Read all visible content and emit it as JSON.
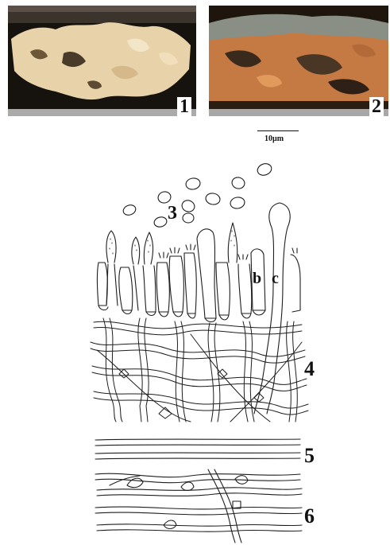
{
  "figure": {
    "photos": [
      {
        "number": "1",
        "description_icon": "specimen-photo-icon"
      },
      {
        "number": "2",
        "description_icon": "specimen-photo-icon"
      }
    ],
    "scale_bar": {
      "label": "10µm"
    },
    "plate_labels": {
      "spores": "3",
      "hymenium": "4",
      "subiculum_hyphae": "5",
      "subhymenium_hyphae": "6",
      "cell_b": "b",
      "cell_c": "c"
    }
  },
  "colors": {
    "photo1_background": "#1a1712",
    "photo1_specimen": "#e8d4ad",
    "photo2_background": "#2a1d12",
    "photo2_specimen": "#c9783f",
    "ruler": "#9a9a9a",
    "ink": "#1e1e1e"
  }
}
